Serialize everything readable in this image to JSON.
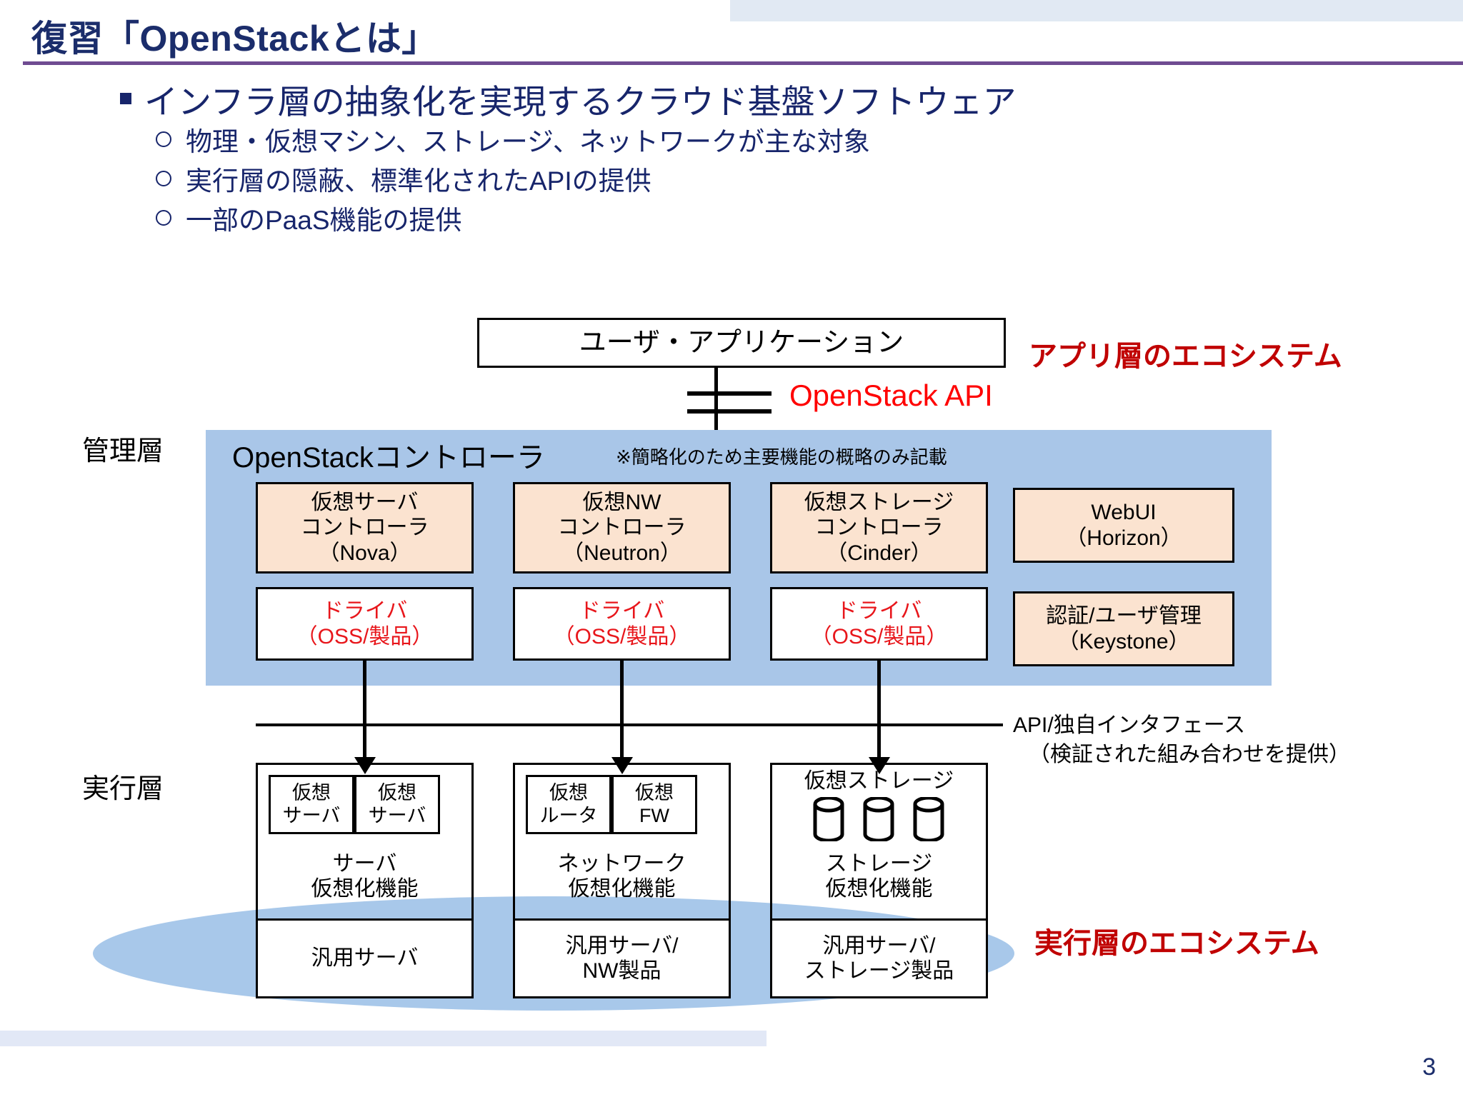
{
  "slide": {
    "title": "復習「OpenStackとは」",
    "page_number": "3",
    "accent_rule_color": "#6f4b91",
    "title_color": "#1b2d6b",
    "red_accent_color": "#c00000",
    "api_red_color": "#ff0000",
    "panel_blue": "#a9c6e8",
    "peach_fill": "#fbe3d0"
  },
  "bullets": {
    "level1": "インフラ層の抽象化を実現するクラウド基盤ソフトウェア",
    "level2": [
      "物理・仮想マシン、ストレージ、ネットワークが主な対象",
      "実行層の隠蔽、標準化されたAPIの提供",
      "一部のPaaS機能の提供"
    ]
  },
  "diagram": {
    "app_box": "ユーザ・アプリケーション",
    "app_annotation": "アプリ層のエコシステム",
    "api_label": "OpenStack API",
    "layer_labels": {
      "management": "管理層",
      "execution": "実行層"
    },
    "controller": {
      "title": "OpenStackコントローラ",
      "note": "※簡略化のため主要機能の概略のみ記載",
      "components": [
        {
          "line1": "仮想サーバ",
          "line2": "コントローラ",
          "line3": "（Nova）"
        },
        {
          "line1": "仮想NW",
          "line2": "コントローラ",
          "line3": "（Neutron）"
        },
        {
          "line1": "仮想ストレージ",
          "line2": "コントローラ",
          "line3": "（Cinder）"
        }
      ],
      "right_components": [
        {
          "line1": "WebUI",
          "line2": "（Horizon）"
        },
        {
          "line1": "認証/ユーザ管理",
          "line2": "（Keystone）"
        }
      ],
      "drivers": [
        {
          "line1": "ドライバ",
          "line2": "（OSS/製品）"
        },
        {
          "line1": "ドライバ",
          "line2": "（OSS/製品）"
        },
        {
          "line1": "ドライバ",
          "line2": "（OSS/製品）"
        }
      ]
    },
    "interface_annotation": {
      "line1": "API/独自インタフェース",
      "line2": "（検証された組み合わせを提供）"
    },
    "execution": {
      "annotation": "実行層のエコシステム",
      "columns": [
        {
          "sub_boxes": [
            {
              "line1": "仮想",
              "line2": "サーバ"
            },
            {
              "line1": "仮想",
              "line2": "サーバ"
            }
          ],
          "header": "",
          "middle": {
            "line1": "サーバ",
            "line2": "仮想化機能"
          },
          "bottom": {
            "line1": "汎用サーバ",
            "line2": ""
          }
        },
        {
          "sub_boxes": [
            {
              "line1": "仮想",
              "line2": "ルータ"
            },
            {
              "line1": "仮想",
              "line2": "FW"
            }
          ],
          "header": "",
          "middle": {
            "line1": "ネットワーク",
            "line2": "仮想化機能"
          },
          "bottom": {
            "line1": "汎用サーバ/",
            "line2": "NW製品"
          }
        },
        {
          "sub_boxes": [],
          "header": "仮想ストレージ",
          "middle": {
            "line1": "ストレージ",
            "line2": "仮想化機能"
          },
          "bottom": {
            "line1": "汎用サーバ/",
            "line2": "ストレージ製品"
          }
        }
      ]
    }
  }
}
